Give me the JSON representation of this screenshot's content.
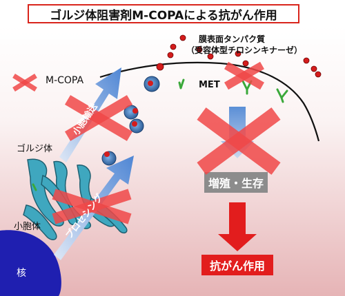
{
  "title": "ゴルジ体阻害剤M-COPAによる抗がん作用",
  "legend": {
    "label": "M-COPA"
  },
  "labels": {
    "membrane_protein_line1": "膜表面タンパク質",
    "membrane_protein_line2": "（受容体型チロシンキナーゼ）",
    "met": "MET",
    "golgi": "ゴルジ体",
    "vesicle": "小胞体",
    "nucleus": "核",
    "vesicle_arrow": "小胞輸送",
    "processing_arrow": "プロセシング",
    "growth_box": "増殖・生存",
    "anticancer_box": "抗がん作用"
  },
  "colors": {
    "cross": "#f04848",
    "arrow_blue": "#5b8fd6",
    "golgi": "#3fa7bf",
    "nucleus": "#1f1fb0",
    "receptor": "#3aa83a",
    "dot": "#d41c1c",
    "gray_box": "#8c8c8c",
    "red_box": "#e21d1d"
  }
}
